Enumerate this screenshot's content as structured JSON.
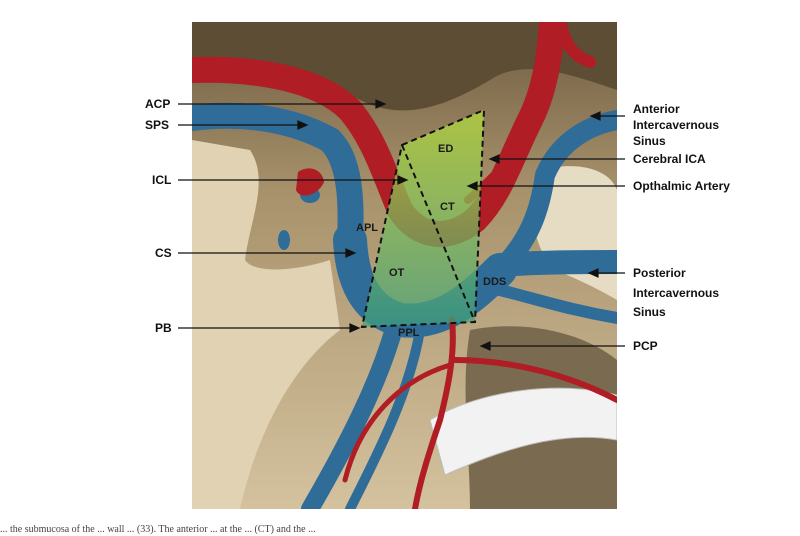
{
  "left_labels": {
    "acp": "ACP",
    "sps": "SPS",
    "icl": "ICL",
    "cs": "CS",
    "pb": "PB"
  },
  "right_labels": {
    "anterior_intercavernous_sinus": [
      "Anterior",
      "Intercavernous",
      "Sinus"
    ],
    "cerebral_ica": "Cerebral ICA",
    "opthalmic_artery": "Opthalmic Artery",
    "posterior_intercavernous_sinus": [
      "Posterior",
      "Intercavernous",
      "Sinus"
    ],
    "pcp": "PCP"
  },
  "zone_labels": {
    "ed": "ED",
    "ct": "CT",
    "apl": "APL",
    "ot": "OT",
    "dds": "DDS",
    "ppl": "PPL"
  },
  "caption": "... the submucosa of the ... wall ... (33). The anterior ... at the ... (CT) and the ... ",
  "colors": {
    "artery": "#b01d24",
    "vein": "#2f6d98",
    "bone_dark": "#6b5a3f",
    "bone_light": "#d9c9a6",
    "zone_fill": "#9acd32",
    "line": "#111111"
  }
}
